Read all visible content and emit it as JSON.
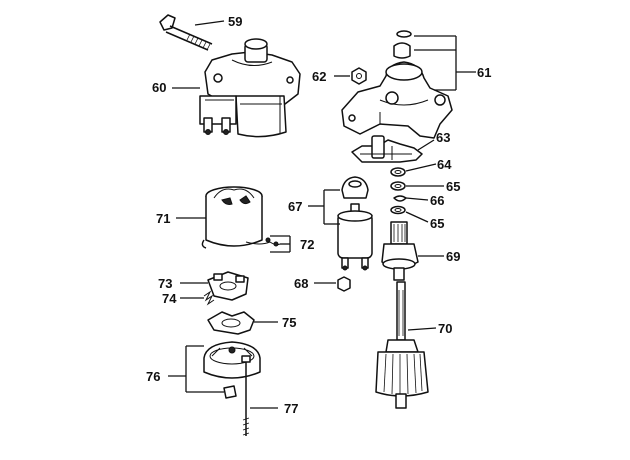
{
  "callouts": {
    "c59": "59",
    "c60": "60",
    "c61": "61",
    "c62": "62",
    "c63": "63",
    "c64": "64",
    "c65a": "65",
    "c66": "66",
    "c65b": "65",
    "c67": "67",
    "c68": "68",
    "c69": "69",
    "c70": "70",
    "c71": "71",
    "c72": "72",
    "c73": "73",
    "c74": "74",
    "c75": "75",
    "c76": "76",
    "c77": "77"
  }
}
